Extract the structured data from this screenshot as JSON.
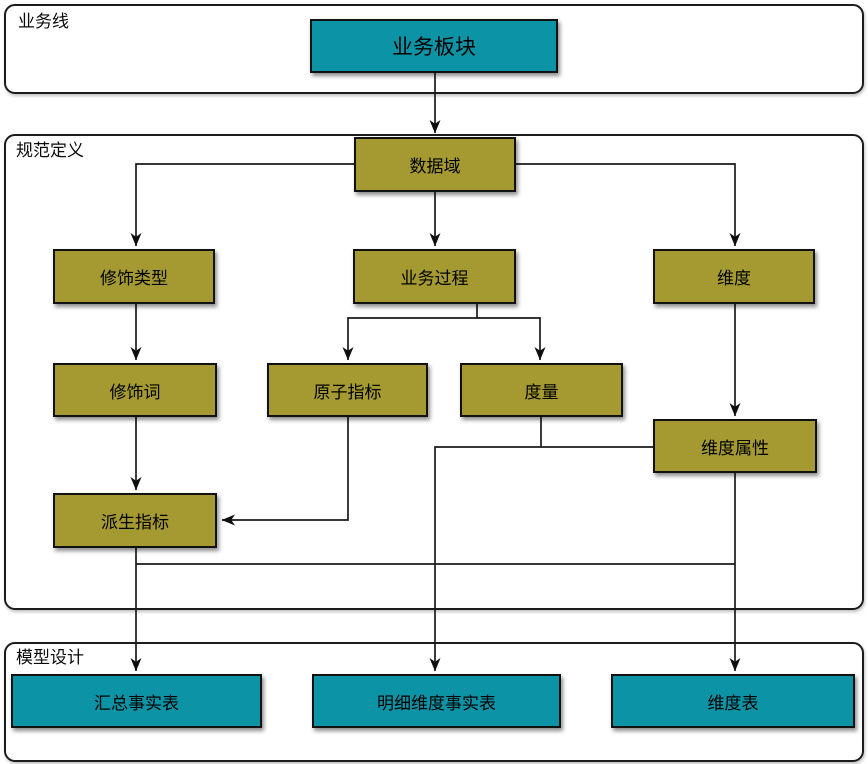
{
  "diagram_title": "",
  "sections": {
    "business_line": {
      "label": "业务线"
    },
    "spec_definition": {
      "label": "规范定义"
    },
    "model_design": {
      "label": "模型设计"
    }
  },
  "nodes": {
    "business_sector": {
      "label": "业务板块"
    },
    "data_domain": {
      "label": "数据域"
    },
    "modifier_type": {
      "label": "修饰类型"
    },
    "business_process": {
      "label": "业务过程"
    },
    "dimension": {
      "label": "维度"
    },
    "modifier_word": {
      "label": "修饰词"
    },
    "atomic_metric": {
      "label": "原子指标"
    },
    "measure": {
      "label": "度量"
    },
    "dimension_attribute": {
      "label": "维度属性"
    },
    "derived_metric": {
      "label": "派生指标"
    },
    "summary_fact_table": {
      "label": "汇总事实表"
    },
    "detail_dimension_fact_table": {
      "label": "明细维度事实表"
    },
    "dimension_table": {
      "label": "维度表"
    }
  },
  "edges": [
    {
      "from": "business_sector",
      "to": "data_domain",
      "arrow": true
    },
    {
      "from": "data_domain",
      "to": "modifier_type",
      "arrow": true
    },
    {
      "from": "data_domain",
      "to": "business_process",
      "arrow": true
    },
    {
      "from": "data_domain",
      "to": "dimension",
      "arrow": true
    },
    {
      "from": "modifier_type",
      "to": "modifier_word",
      "arrow": true
    },
    {
      "from": "business_process",
      "to": "atomic_metric",
      "arrow": true
    },
    {
      "from": "business_process",
      "to": "measure",
      "arrow": true
    },
    {
      "from": "dimension",
      "to": "dimension_attribute",
      "arrow": true
    },
    {
      "from": "modifier_word",
      "to": "derived_metric",
      "arrow": true
    },
    {
      "from": "atomic_metric",
      "to": "derived_metric",
      "arrow": true
    },
    {
      "from": "measure",
      "to": "dimension_attribute",
      "arrow": false
    },
    {
      "from": "derived_metric",
      "to": "summary_fact_table",
      "arrow": true
    },
    {
      "from": "measure",
      "to": "detail_dimension_fact_table",
      "arrow": true
    },
    {
      "from": "dimension_attribute",
      "to": "dimension_table",
      "arrow": true
    },
    {
      "from": "derived_metric",
      "to": "dimension_attribute_branch",
      "arrow": false
    }
  ],
  "colors": {
    "teal": "#0d93a6",
    "olive": "#a49a31",
    "line": "#1a1a1a",
    "node-border": "#111111"
  }
}
